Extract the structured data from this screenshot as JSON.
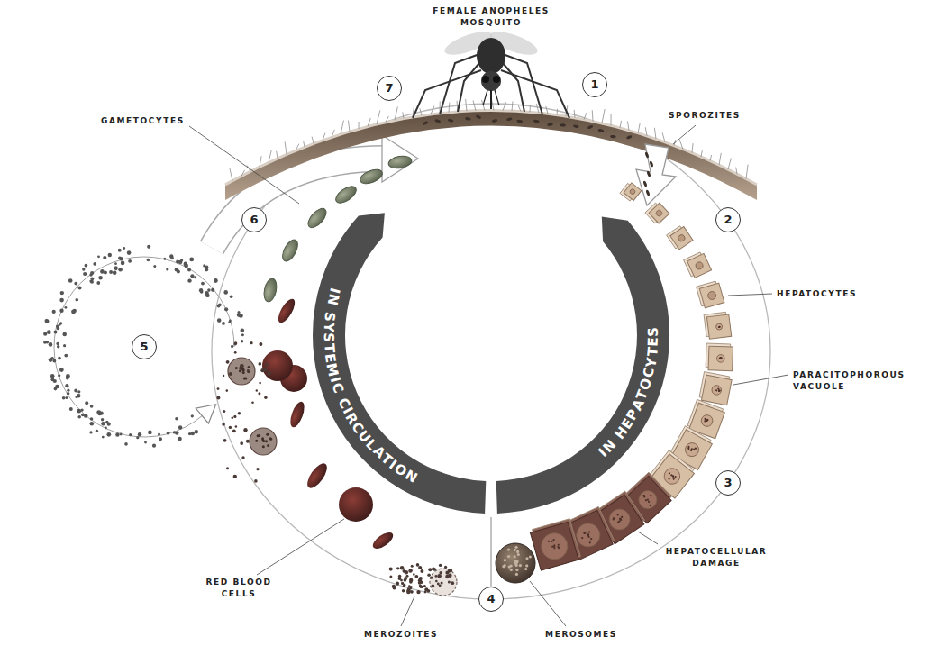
{
  "diagram": {
    "nodes": [
      {
        "text": [
          "1"
        ]
      },
      {
        "text": [
          "2"
        ]
      },
      {
        "text": [
          "3"
        ]
      },
      {
        "text": [
          "4"
        ]
      },
      {
        "text": [
          "5"
        ]
      },
      {
        "text": [
          "6"
        ]
      },
      {
        "text": [
          "7"
        ]
      },
      {
        "text": [
          "IN HEPATOCYTES"
        ]
      },
      {
        "text": [
          "IN SYSTEMIC CIRCULATION"
        ]
      }
    ],
    "labels": [
      "FEMALE ANOPHELES MOSQUITO",
      "SPOROZITES",
      "HEPATOCYTES",
      "PARACITOPHOROUS VACUOLE",
      "HEPATOCELLULAR DAMAGE",
      "MEROSOMES",
      "MEROZOITES",
      "RED BLOOD CELLS",
      "GAMETOCYTES"
    ]
  }
}
